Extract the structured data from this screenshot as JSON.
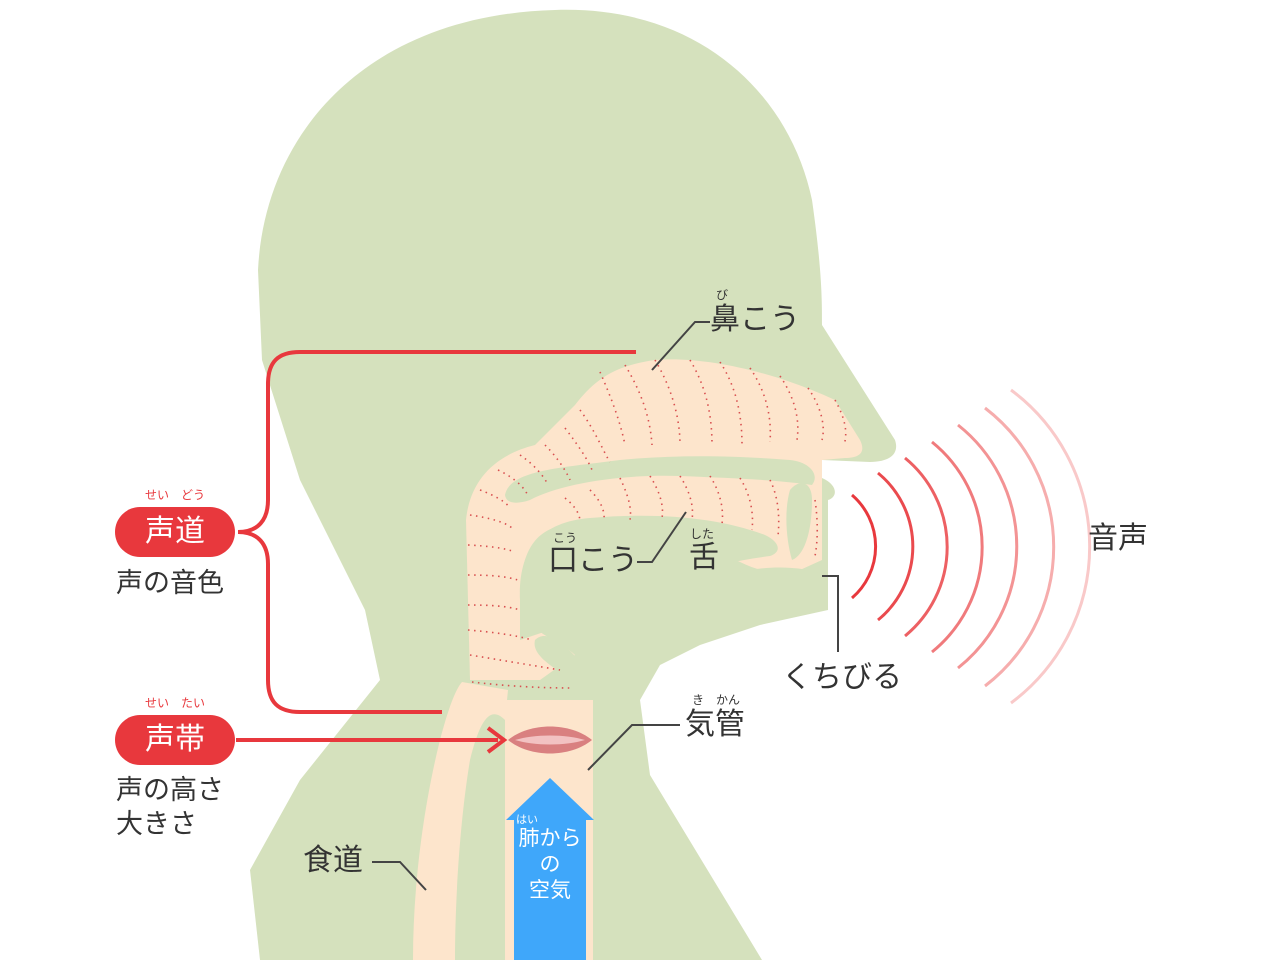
{
  "colors": {
    "skin": "#d5e1bd",
    "cavity": "#fde5cc",
    "red": "#e8383d",
    "air": "#3fa7fa",
    "line": "#444444",
    "vocal_cord": "#d98080"
  },
  "labels": {
    "nasal_cavity": {
      "ruby": "び",
      "text": "鼻こう"
    },
    "oral_cavity": {
      "ruby": "こう",
      "text": "口こう"
    },
    "tongue": {
      "ruby": "した",
      "text": "舌"
    },
    "lips": {
      "text": "くちびる"
    },
    "trachea": {
      "ruby": "き　かん",
      "text": "気管"
    },
    "esophagus": {
      "text": "食道"
    },
    "voice": {
      "text": "音声"
    }
  },
  "vocal_tract": {
    "ruby": "せい　どう",
    "label": "声道",
    "desc": "声の音色"
  },
  "vocal_cords": {
    "ruby": "せい　たい",
    "label": "声帯",
    "desc_line1": "声の高さ",
    "desc_line2": "大きさ"
  },
  "air": {
    "ruby": "はい",
    "line1": "肺から",
    "line2": "の",
    "line3": "空気"
  }
}
